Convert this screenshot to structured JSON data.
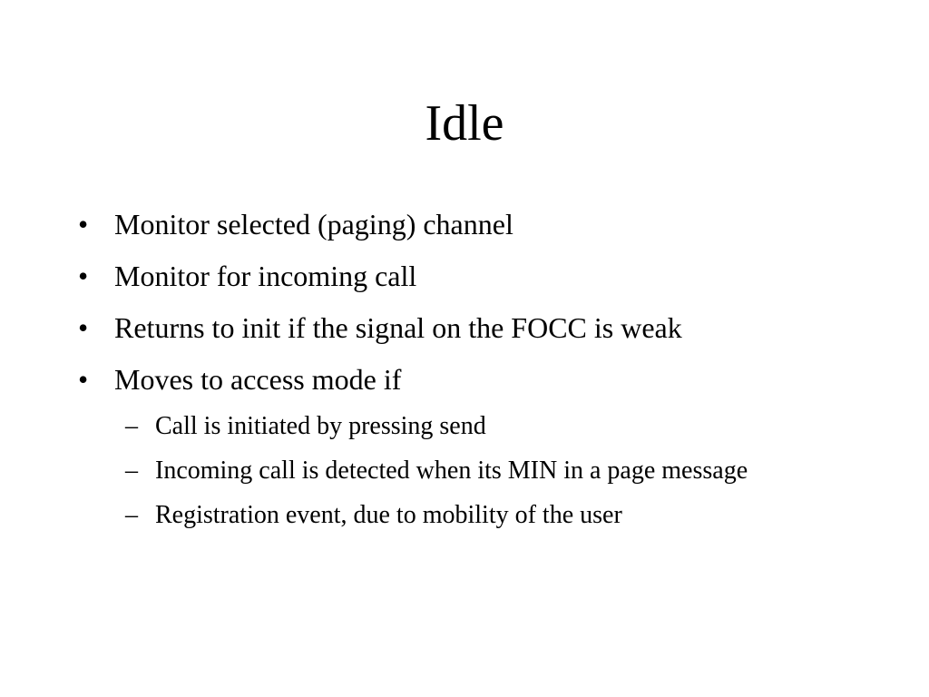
{
  "slide": {
    "title": "Idle",
    "bullets": [
      {
        "marker": "•",
        "text": "Monitor selected (paging) channel"
      },
      {
        "marker": "•",
        "text": "Monitor for incoming call"
      },
      {
        "marker": "•",
        "text": "Returns to init if the signal on the FOCC is weak"
      },
      {
        "marker": "•",
        "text": "Moves to access mode if"
      }
    ],
    "subbullets": [
      {
        "marker": "–",
        "text": "Call is initiated by pressing send"
      },
      {
        "marker": "–",
        "text": "Incoming call is detected when its MIN in a page message"
      },
      {
        "marker": "–",
        "text": "Registration event, due to mobility of the user"
      }
    ]
  }
}
